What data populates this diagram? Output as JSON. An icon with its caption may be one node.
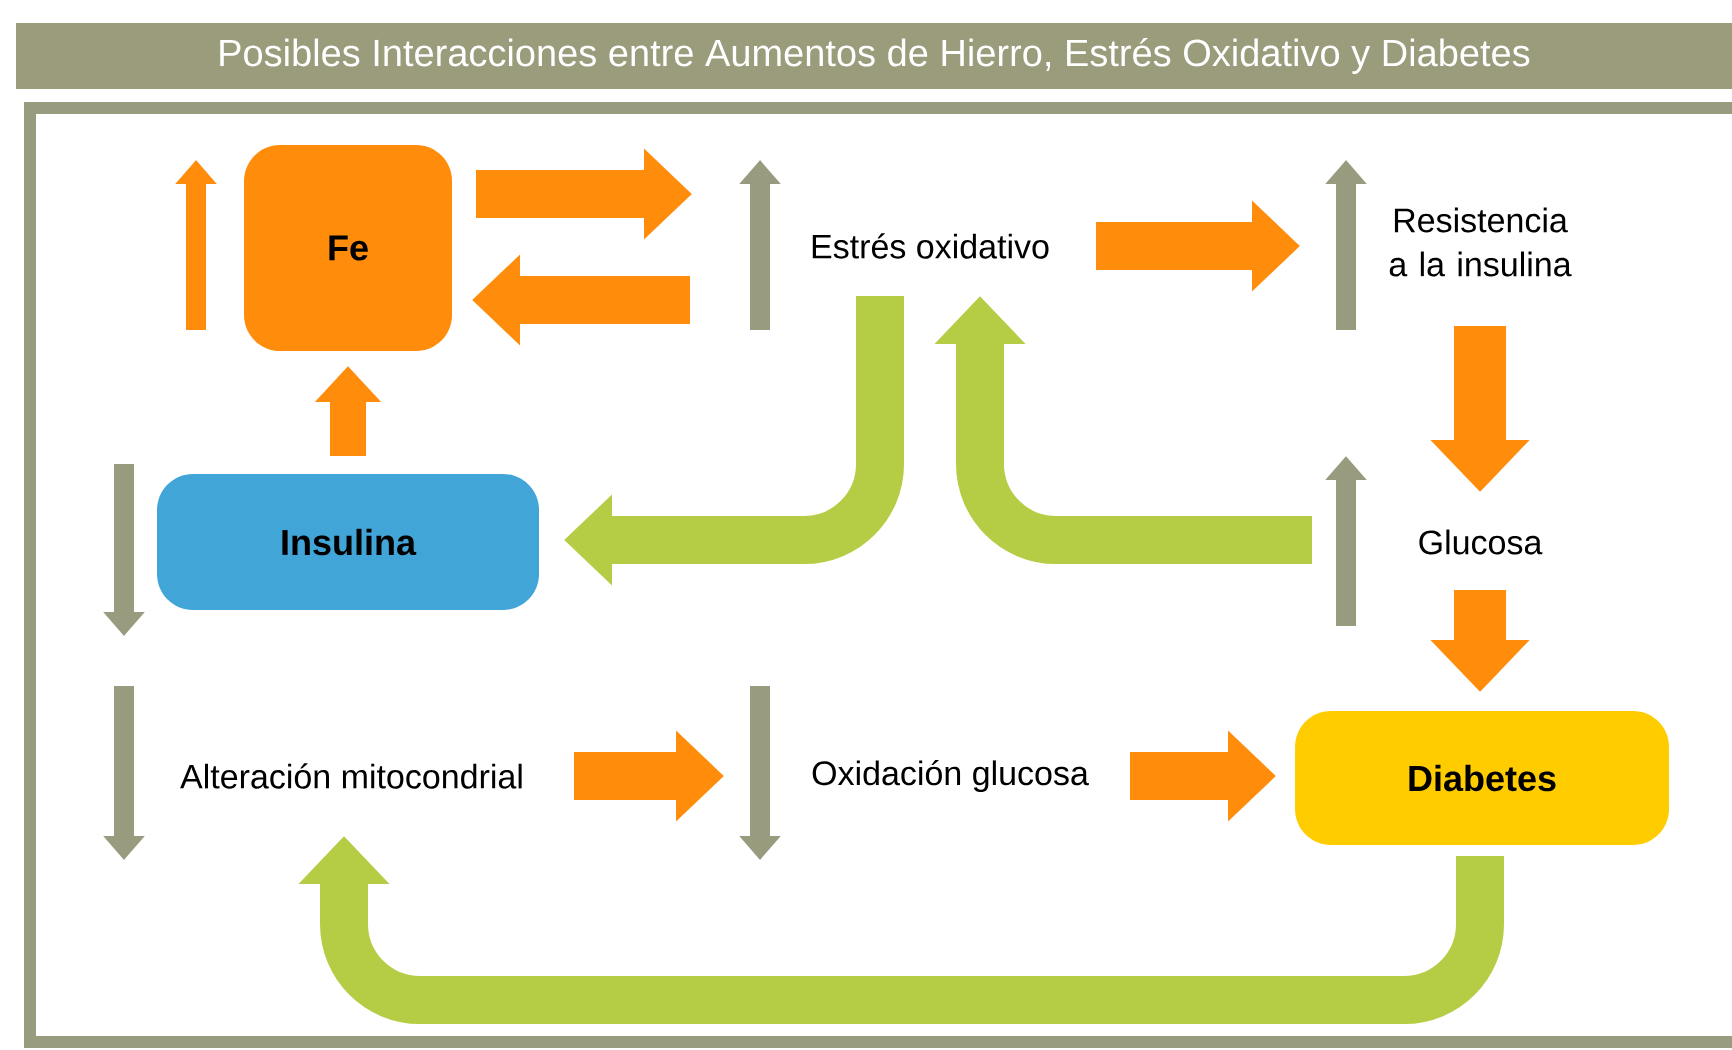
{
  "diagram": {
    "title": "Posibles Interacciones entre Aumentos de Hierro, Estrés Oxidativo y Diabetes",
    "nodes": [
      {
        "text": [
          "Fe"
        ]
      },
      {
        "text": [
          "Estrés oxidativo"
        ]
      },
      {
        "text": [
          "Resistencia a la insulina"
        ]
      },
      {
        "text": [
          "Insulina"
        ]
      },
      {
        "text": [
          "Glucosa"
        ]
      },
      {
        "text": [
          "Alteración mitocondrial"
        ]
      },
      {
        "text": [
          "Oxidación glucosa"
        ]
      },
      {
        "text": [
          "Diabetes"
        ]
      }
    ],
    "edges": [
      {
        "from": 0,
        "to": 1,
        "arrow": "to"
      },
      {
        "from": 1,
        "to": 0,
        "arrow": "to"
      },
      {
        "from": 1,
        "to": 2,
        "arrow": "to"
      },
      {
        "from": 2,
        "to": 4,
        "arrow": "to"
      },
      {
        "from": 4,
        "to": 7,
        "arrow": "to"
      },
      {
        "from": 3,
        "to": 0,
        "arrow": "to"
      },
      {
        "from": 1,
        "to": 3,
        "arrow": "to",
        "color": "#b5cc45"
      },
      {
        "from": 4,
        "to": 1,
        "arrow": "to",
        "color": "#b5cc45"
      },
      {
        "from": 5,
        "to": 6,
        "arrow": "to"
      },
      {
        "from": 6,
        "to": 7,
        "arrow": "to"
      },
      {
        "from": 7,
        "to": 5,
        "arrow": "to",
        "color": "#b5cc45"
      }
    ]
  }
}
